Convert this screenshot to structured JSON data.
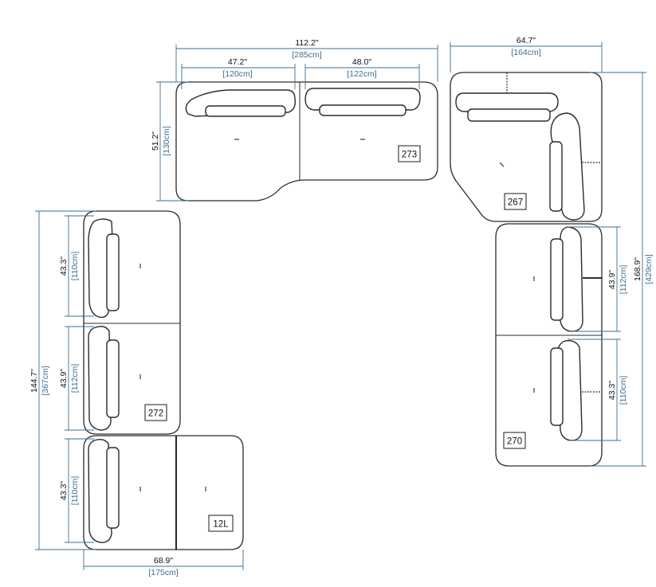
{
  "dimensions": {
    "top_total": {
      "in": "112.2\"",
      "cm": "[285cm]"
    },
    "top_left_seat": {
      "in": "47.2\"",
      "cm": "[120cm]"
    },
    "top_mid_seat": {
      "in": "48.0\"",
      "cm": "[122cm]"
    },
    "top_right": {
      "in": "64.7\"",
      "cm": "[164cm]"
    },
    "top_depth": {
      "in": "51.2\"",
      "cm": "[130cm]"
    },
    "left_total": {
      "in": "144.7\"",
      "cm": "[367cm]"
    },
    "left_seat_1": {
      "in": "43.3\"",
      "cm": "[110cm]"
    },
    "left_seat_2": {
      "in": "43.9\"",
      "cm": "[112cm]"
    },
    "left_seat_3": {
      "in": "43.3\"",
      "cm": "[110cm]"
    },
    "bottom_width": {
      "in": "68.9\"",
      "cm": "[175cm]"
    },
    "right_total": {
      "in": "168.9\"",
      "cm": "[429cm]"
    },
    "right_seat_1": {
      "in": "43.9\"",
      "cm": "[112cm]"
    },
    "right_seat_2": {
      "in": "43.3\"",
      "cm": "[110cm]"
    }
  },
  "modules": {
    "top_pair": "273",
    "corner": "267",
    "left_pair": "272",
    "chaise": "12L",
    "right_pair": "270"
  }
}
